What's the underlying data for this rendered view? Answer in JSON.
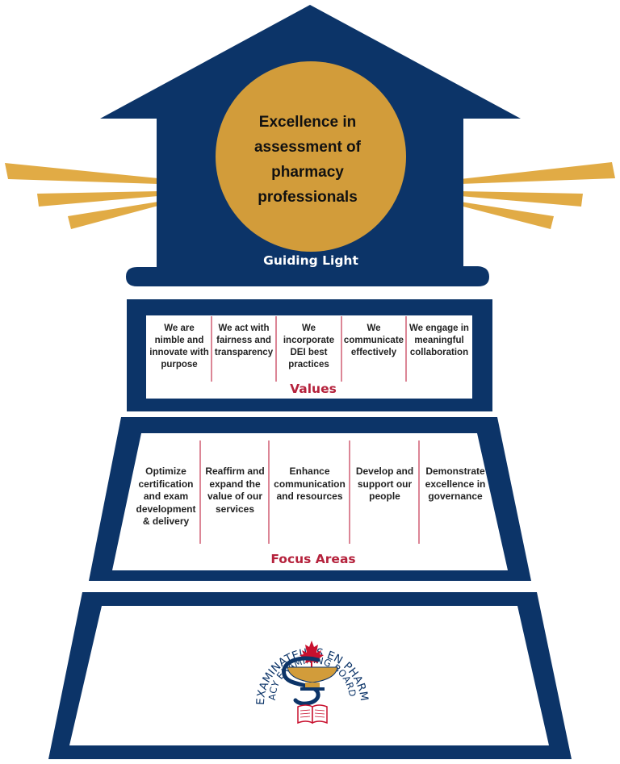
{
  "colors": {
    "navy": "#0c3468",
    "gold": "#d29c3a",
    "ray": "#e1ab45",
    "accent_red": "#b5223c",
    "divider": "#c4354f"
  },
  "guiding_light": {
    "lines": [
      "Excellence in",
      "assessment of",
      "pharmacy",
      "professionals"
    ],
    "label": "Guiding Light"
  },
  "values": {
    "title": "Values",
    "items": [
      "We are nimble and innovate with purpose",
      "We act with fairness and transparency",
      "We incorporate DEI best practices",
      "We communicate effectively",
      "We engage in meaningful collaboration"
    ]
  },
  "focus_areas": {
    "title": "Focus Areas",
    "items": [
      "Optimize certification and exam development & delivery",
      "Reaffirm and expand the value of our services",
      "Enhance communication and resources",
      "Develop and support our people",
      "Demonstrate excellence in governance"
    ]
  },
  "logo": {
    "outer_ring": "LE BUREAU DES EXAMINATEURS EN PHARMACIE DU CANADA",
    "inner_ring": "THE PHARMACY EXAMINING BOARD OF CANADA",
    "icon": "caduceus-bowl-book-maple-leaf-seal"
  }
}
